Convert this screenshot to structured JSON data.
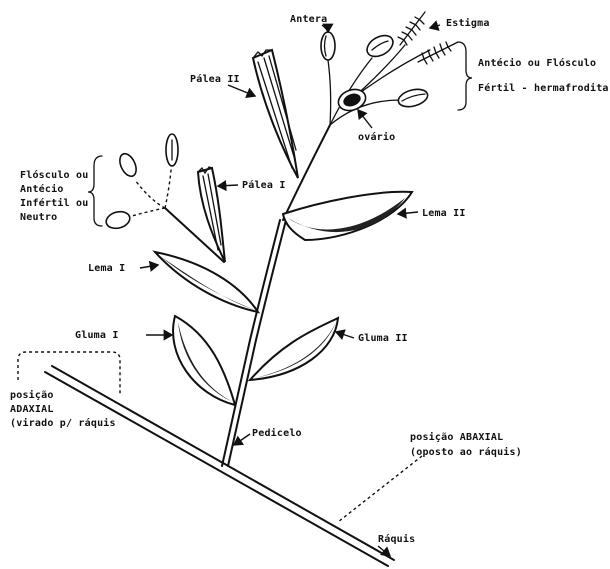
{
  "diagram": {
    "labels": {
      "antera": "Antera",
      "estigma": "Estigma",
      "antecio_fertil_1": "Antécio ou Flósculo",
      "antecio_fertil_2": "Fértil - hermafrodita",
      "palea_2": "Pálea II",
      "ovario": "ovário",
      "flosculo_1": "Flósculo ou",
      "flosculo_2": "Antécio",
      "flosculo_3": "Infértil ou",
      "flosculo_4": "Neutro",
      "palea_1": "Pálea I",
      "lema_2": "Lema II",
      "lema_1": "Lema I",
      "gluma_1": "Gluma  I",
      "gluma_2": "Gluma II",
      "posicao_adaxial_1": "posição",
      "posicao_adaxial_2": "ADAXIAL",
      "posicao_adaxial_3": "(virado p/ ráquis",
      "pedicelo": "Pedicelo",
      "posicao_abaxial_1": "posição ABAXIAL",
      "posicao_abaxial_2": "(oposto ao ráquis)",
      "raquis": "Ráquis"
    },
    "colors": {
      "ink": "#111111",
      "paper": "#ffffff"
    }
  }
}
